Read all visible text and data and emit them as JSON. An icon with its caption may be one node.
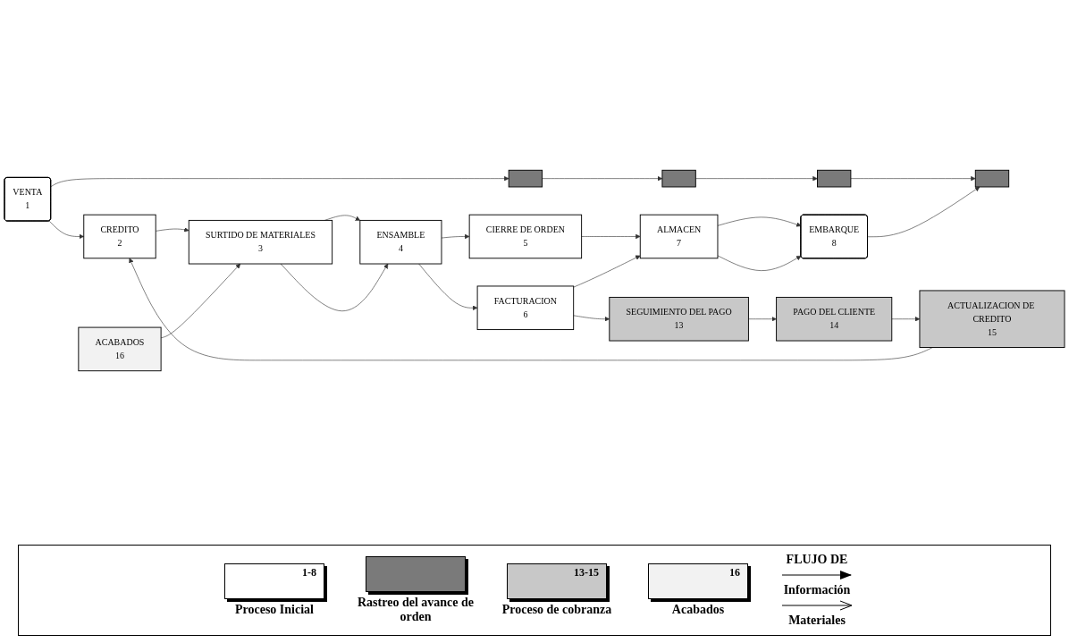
{
  "diagram": {
    "nodes": [
      {
        "text": [
          "VENTA",
          "1"
        ]
      },
      {
        "text": [
          "CREDITO",
          "2"
        ]
      },
      {
        "text": [
          "SURTIDO DE MATERIALES",
          "3"
        ]
      },
      {
        "text": [
          "ENSAMBLE",
          "4"
        ]
      },
      {
        "text": [
          "CIERRE DE ORDEN",
          "5"
        ]
      },
      {
        "text": [
          "FACTURACION",
          "6"
        ]
      },
      {
        "text": [
          "ALMACEN",
          "7"
        ]
      },
      {
        "text": [
          "EMBARQUE",
          "8"
        ]
      },
      {
        "text": [],
        "shape": "box"
      },
      {
        "text": [],
        "shape": "box"
      },
      {
        "text": [],
        "shape": "box"
      },
      {
        "text": [],
        "shape": "box"
      },
      {
        "text": [
          "SEGUIMIENTO DEL PAGO",
          "13"
        ]
      },
      {
        "text": [
          "PAGO DEL CLIENTE",
          "14"
        ]
      },
      {
        "text": [
          "ACTUALIZACION DE CREDITO",
          "15"
        ]
      },
      {
        "text": [
          "ACABADOS",
          "16"
        ]
      }
    ],
    "edges": [
      {
        "from": 0,
        "to": 1,
        "arrow": "to"
      },
      {
        "from": 0,
        "to": 8,
        "arrow": "to"
      },
      {
        "from": 8,
        "to": 9,
        "arrow": "to"
      },
      {
        "from": 9,
        "to": 10,
        "arrow": "to"
      },
      {
        "from": 10,
        "to": 11,
        "arrow": "to"
      },
      {
        "from": 1,
        "to": 2,
        "arrow": "to"
      },
      {
        "from": 2,
        "to": 3,
        "arrow": "to"
      },
      {
        "from": 2,
        "to": 3,
        "arrow": "to"
      },
      {
        "from": 3,
        "to": 4,
        "arrow": "to"
      },
      {
        "from": 3,
        "to": 5,
        "arrow": "to"
      },
      {
        "from": 4,
        "to": 6,
        "arrow": "to"
      },
      {
        "from": 5,
        "to": 6,
        "arrow": "to"
      },
      {
        "from": 6,
        "to": 7,
        "arrow": "to"
      },
      {
        "from": 6,
        "to": 7,
        "arrow": "to"
      },
      {
        "from": 7,
        "to": 11,
        "arrow": "to"
      },
      {
        "from": 5,
        "to": 12,
        "arrow": "to"
      },
      {
        "from": 12,
        "to": 13,
        "arrow": "to"
      },
      {
        "from": 13,
        "to": 14,
        "arrow": "to"
      },
      {
        "from": 14,
        "to": 1,
        "arrow": "to"
      },
      {
        "from": 15,
        "to": 2,
        "arrow": "to"
      }
    ],
    "labels": [
      "1-8",
      "13-15",
      "16",
      "FLUJO DE"
    ],
    "legend": [
      {
        "text": "Proceso Inicial",
        "color": "#ffffff"
      },
      {
        "text": "Rastreo del avance de orden",
        "color": "#7a7a7a"
      },
      {
        "text": "Proceso de cobranza",
        "color": "#c8c8c8"
      },
      {
        "text": "Acabados",
        "color": "#f2f2f2"
      },
      {
        "text": "Información"
      },
      {
        "text": "Materiales"
      }
    ]
  }
}
